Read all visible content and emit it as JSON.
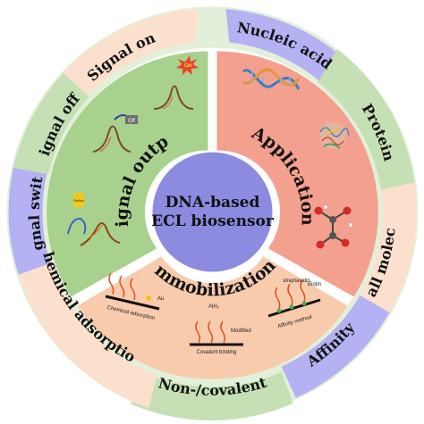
{
  "center": {
    "line1": "DNA-based",
    "line2": "ECL biosensor"
  },
  "sectors": {
    "signal_output": "Signal output",
    "applications": "Applications",
    "immobilization": "Immobilization"
  },
  "outer_segments": {
    "signal_on": "Signal on",
    "nucleic_acid": "Nucleic acid",
    "protein": "Protein",
    "small_molecules": "Small molecules",
    "affinity": "Affinity",
    "non_covalent": "Non-/covalent",
    "chemical_adsorption": "Chemical adsorption",
    "signal_switch": "Signal switch",
    "signal_off": "Signal off"
  },
  "illustration_labels": {
    "on_badge": "On",
    "off_badge": "Off",
    "switch_badge": "Switch",
    "chemical_adsorption_small": "Chemical adsorption",
    "covalent_binding": "Covalent binding",
    "affinity_method": "Affinity method",
    "nh2": "-NH₂",
    "modified": "Modified",
    "au": "Au",
    "streptavidin": "streptavidin",
    "biotin": "Biotin"
  },
  "colors": {
    "center_fill": "#8D8BE0",
    "signal_output_fill": "#A9D18E",
    "applications_fill": "#F4A08E",
    "immobilization_fill": "#F8CBAD",
    "outer_peach": "#FBE0CE",
    "outer_lavender": "#B4B2F2",
    "outer_green": "#C5E0B4"
  }
}
